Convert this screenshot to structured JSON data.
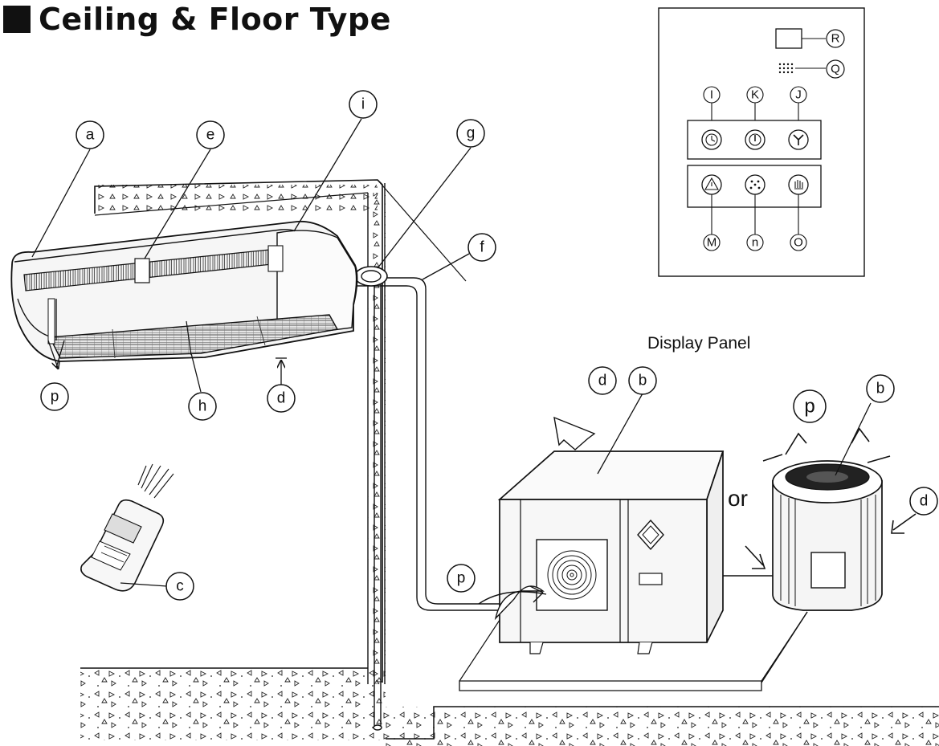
{
  "title": "Ceiling & Floor Type",
  "display_panel_caption": "Display Panel",
  "or_label": "or",
  "labels": {
    "a": "a",
    "e": "e",
    "i": "i",
    "g": "g",
    "f": "f",
    "p_indoor": "p",
    "h": "h",
    "d_indoor": "d",
    "c": "c",
    "d_outdoor_box": "d",
    "b_outdoor_box": "b",
    "p_outdoor_box": "p",
    "p_outdoor_round": "p",
    "b_outdoor_round": "b",
    "d_outdoor_round": "d"
  },
  "panel_labels": {
    "R": "R",
    "Q": "Q",
    "I": "I",
    "K": "K",
    "J": "J",
    "M": "M",
    "n": "n",
    "O": "O"
  },
  "icons": {
    "timer": "timer-icon",
    "power": "power-icon",
    "fan": "fan-icon",
    "alarm": "alarm-icon",
    "ion": "ion-icon",
    "manual": "manual-icon"
  },
  "colors": {
    "ink": "#111111",
    "paper": "#ffffff",
    "unit_fill": "#f4f4f4",
    "grille": "#555555"
  }
}
